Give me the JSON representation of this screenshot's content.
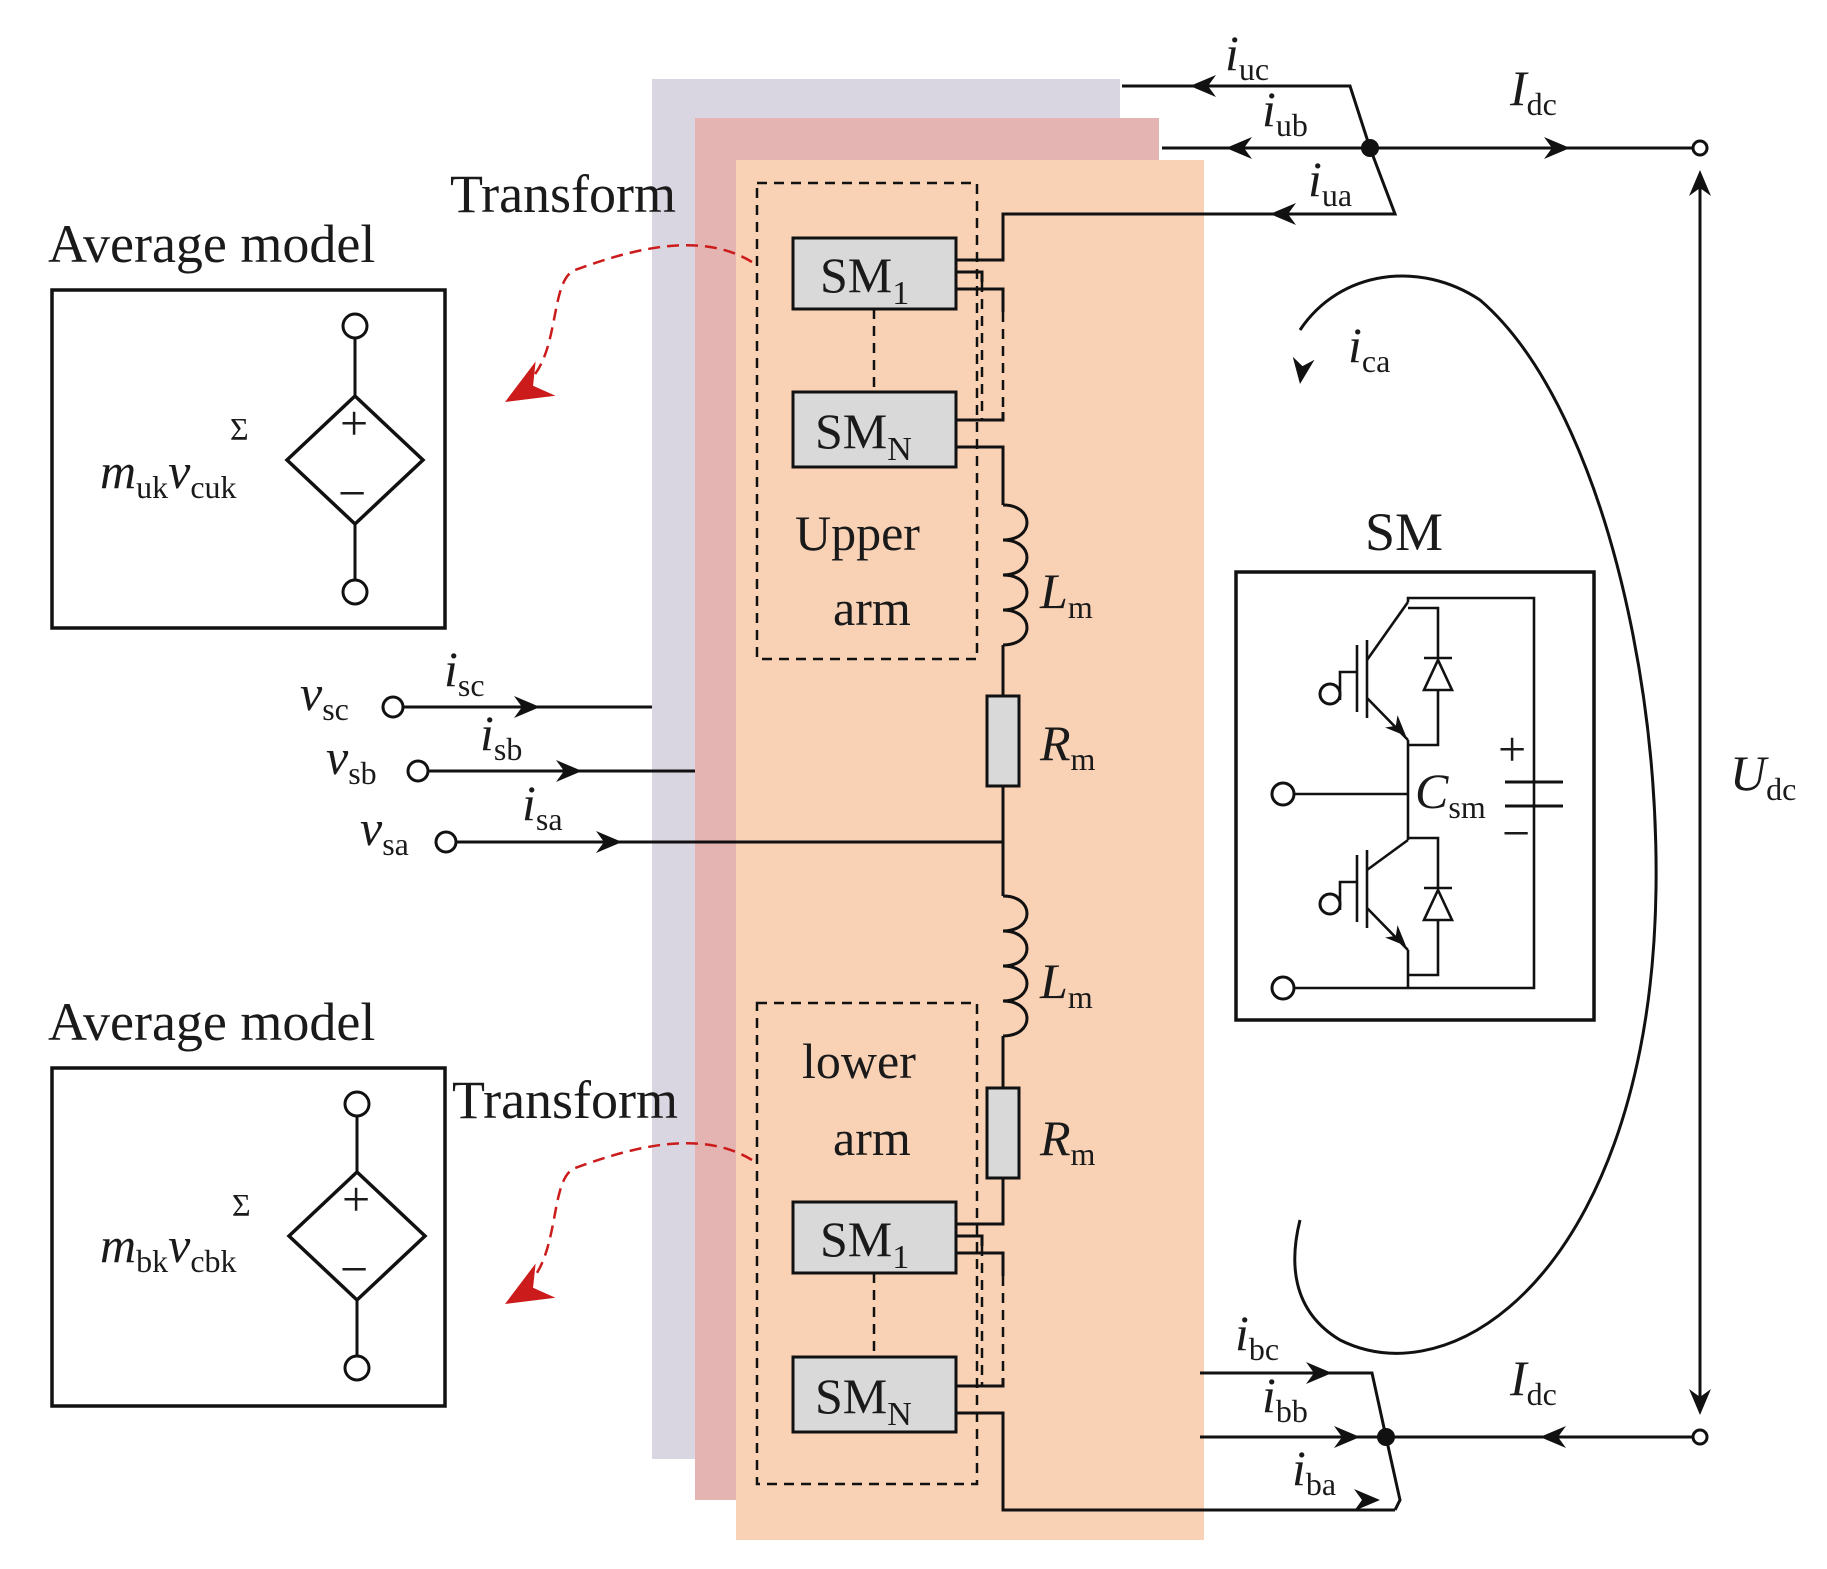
{
  "labels": {
    "average_model_upper": "Average model",
    "average_model_lower": "Average model",
    "transform_upper": "Transform",
    "transform_lower": "Transform",
    "sm1_upper": "SM",
    "sm1_upper_sub": "1",
    "smn_upper": "SM",
    "smn_upper_sub": "N",
    "sm1_lower": "SM",
    "sm1_lower_sub": "1",
    "smn_lower": "SM",
    "smn_lower_sub": "N",
    "upper_arm_line1": "Upper",
    "upper_arm_line2": "arm",
    "lower_arm_line1": "lower",
    "lower_arm_line2": "arm",
    "sm_title": "SM",
    "src_upper_m": "m",
    "src_upper_m_sub": "uk",
    "src_upper_v": "v",
    "src_upper_v_sub": "cuk",
    "src_lower_m": "m",
    "src_lower_m_sub": "bk",
    "src_lower_v": "v",
    "src_lower_v_sub": "cbk",
    "sigma": "Σ",
    "plus": "+",
    "minus": "−"
  },
  "symbols": {
    "L_upper": "L",
    "L_upper_sub": "m",
    "R_upper": "R",
    "R_upper_sub": "m",
    "L_lower": "L",
    "L_lower_sub": "m",
    "R_lower": "R",
    "R_lower_sub": "m",
    "C_sm": "C",
    "C_sm_sub": "sm",
    "U_dc": "U",
    "U_dc_sub": "dc",
    "I_dc_top": "I",
    "I_dc_top_sub": "dc",
    "I_dc_bot": "I",
    "I_dc_bot_sub": "dc",
    "i_uc": "i",
    "i_uc_sub": "uc",
    "i_ub": "i",
    "i_ub_sub": "ub",
    "i_ua": "i",
    "i_ua_sub": "ua",
    "i_ca": "i",
    "i_ca_sub": "ca",
    "i_bc": "i",
    "i_bc_sub": "bc",
    "i_bb": "i",
    "i_bb_sub": "bb",
    "i_ba": "i",
    "i_ba_sub": "ba",
    "v_sc": "v",
    "v_sc_sub": "sc",
    "v_sb": "v",
    "v_sb_sub": "sb",
    "v_sa": "v",
    "v_sa_sub": "sa",
    "i_sc": "i",
    "i_sc_sub": "sc",
    "i_sb": "i",
    "i_sb_sub": "sb",
    "i_sa": "i",
    "i_sa_sub": "sa"
  },
  "colors": {
    "phase_c_panel": "#d9d5e1",
    "phase_b_panel": "#e3b4b2",
    "phase_a_panel": "#f9d2b6",
    "sm_fill": "#d9d9d9",
    "transform_arrow": "#cc1b1b"
  }
}
